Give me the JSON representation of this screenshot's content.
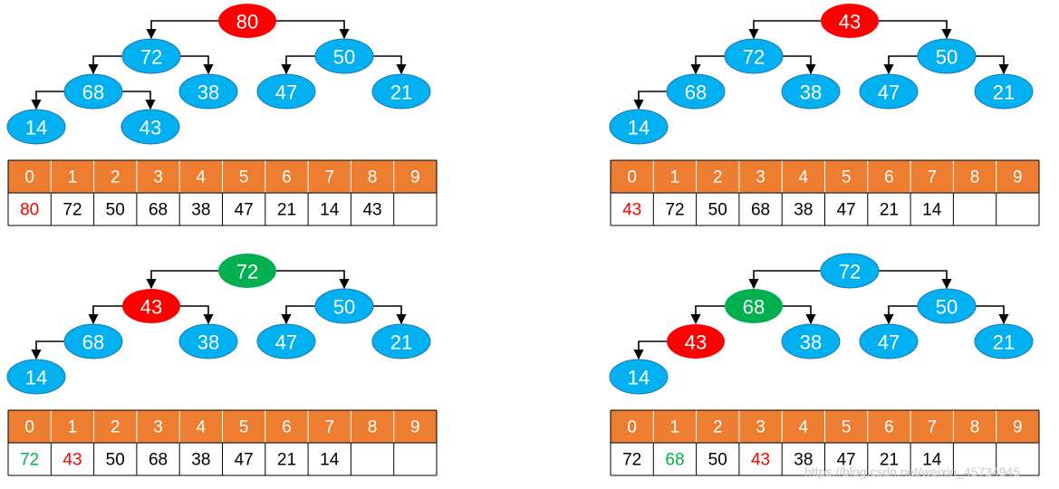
{
  "colors": {
    "default_node": "#00b0f0",
    "node_stroke": "#1f78b4",
    "red": "#ff0000",
    "green": "#00b050",
    "header_fill": "#ed7d31",
    "text_red": "#ff0000",
    "text_green": "#00b050",
    "text_default": "#000000",
    "white": "#ffffff"
  },
  "panels": [
    {
      "nodes": [
        {
          "value": "80",
          "color": "red"
        },
        {
          "value": "72",
          "color": "default"
        },
        {
          "value": "50",
          "color": "default"
        },
        {
          "value": "68",
          "color": "default"
        },
        {
          "value": "38",
          "color": "default"
        },
        {
          "value": "47",
          "color": "default"
        },
        {
          "value": "21",
          "color": "default"
        },
        {
          "value": "14",
          "color": "default"
        },
        {
          "value": "43",
          "color": "default"
        }
      ],
      "table": {
        "headers": [
          "0",
          "1",
          "2",
          "3",
          "4",
          "5",
          "6",
          "7",
          "8",
          "9"
        ],
        "cells": [
          {
            "value": "80",
            "color": "red"
          },
          {
            "value": "72",
            "color": "default"
          },
          {
            "value": "50",
            "color": "default"
          },
          {
            "value": "68",
            "color": "default"
          },
          {
            "value": "38",
            "color": "default"
          },
          {
            "value": "47",
            "color": "default"
          },
          {
            "value": "21",
            "color": "default"
          },
          {
            "value": "14",
            "color": "default"
          },
          {
            "value": "43",
            "color": "default"
          },
          {
            "value": "",
            "color": "default"
          }
        ]
      }
    },
    {
      "nodes": [
        {
          "value": "43",
          "color": "red"
        },
        {
          "value": "72",
          "color": "default"
        },
        {
          "value": "50",
          "color": "default"
        },
        {
          "value": "68",
          "color": "default"
        },
        {
          "value": "38",
          "color": "default"
        },
        {
          "value": "47",
          "color": "default"
        },
        {
          "value": "21",
          "color": "default"
        },
        {
          "value": "14",
          "color": "default"
        }
      ],
      "table": {
        "headers": [
          "0",
          "1",
          "2",
          "3",
          "4",
          "5",
          "6",
          "7",
          "8",
          "9"
        ],
        "cells": [
          {
            "value": "43",
            "color": "red"
          },
          {
            "value": "72",
            "color": "default"
          },
          {
            "value": "50",
            "color": "default"
          },
          {
            "value": "68",
            "color": "default"
          },
          {
            "value": "38",
            "color": "default"
          },
          {
            "value": "47",
            "color": "default"
          },
          {
            "value": "21",
            "color": "default"
          },
          {
            "value": "14",
            "color": "default"
          },
          {
            "value": "",
            "color": "default"
          },
          {
            "value": "",
            "color": "default"
          }
        ]
      }
    },
    {
      "nodes": [
        {
          "value": "72",
          "color": "green"
        },
        {
          "value": "43",
          "color": "red"
        },
        {
          "value": "50",
          "color": "default"
        },
        {
          "value": "68",
          "color": "default"
        },
        {
          "value": "38",
          "color": "default"
        },
        {
          "value": "47",
          "color": "default"
        },
        {
          "value": "21",
          "color": "default"
        },
        {
          "value": "14",
          "color": "default"
        }
      ],
      "table": {
        "headers": [
          "0",
          "1",
          "2",
          "3",
          "4",
          "5",
          "6",
          "7",
          "8",
          "9"
        ],
        "cells": [
          {
            "value": "72",
            "color": "green"
          },
          {
            "value": "43",
            "color": "red"
          },
          {
            "value": "50",
            "color": "default"
          },
          {
            "value": "68",
            "color": "default"
          },
          {
            "value": "38",
            "color": "default"
          },
          {
            "value": "47",
            "color": "default"
          },
          {
            "value": "21",
            "color": "default"
          },
          {
            "value": "14",
            "color": "default"
          },
          {
            "value": "",
            "color": "default"
          },
          {
            "value": "",
            "color": "default"
          }
        ]
      }
    },
    {
      "nodes": [
        {
          "value": "72",
          "color": "default"
        },
        {
          "value": "68",
          "color": "green"
        },
        {
          "value": "50",
          "color": "default"
        },
        {
          "value": "43",
          "color": "red"
        },
        {
          "value": "38",
          "color": "default"
        },
        {
          "value": "47",
          "color": "default"
        },
        {
          "value": "21",
          "color": "default"
        },
        {
          "value": "14",
          "color": "default"
        }
      ],
      "table": {
        "headers": [
          "0",
          "1",
          "2",
          "3",
          "4",
          "5",
          "6",
          "7",
          "8",
          "9"
        ],
        "cells": [
          {
            "value": "72",
            "color": "default"
          },
          {
            "value": "68",
            "color": "green"
          },
          {
            "value": "50",
            "color": "default"
          },
          {
            "value": "43",
            "color": "red"
          },
          {
            "value": "38",
            "color": "default"
          },
          {
            "value": "47",
            "color": "default"
          },
          {
            "value": "21",
            "color": "default"
          },
          {
            "value": "14",
            "color": "default"
          },
          {
            "value": "",
            "color": "default"
          },
          {
            "value": "",
            "color": "default"
          }
        ]
      }
    }
  ],
  "watermark": "https://blog.csdn.net/weixin_45734945"
}
